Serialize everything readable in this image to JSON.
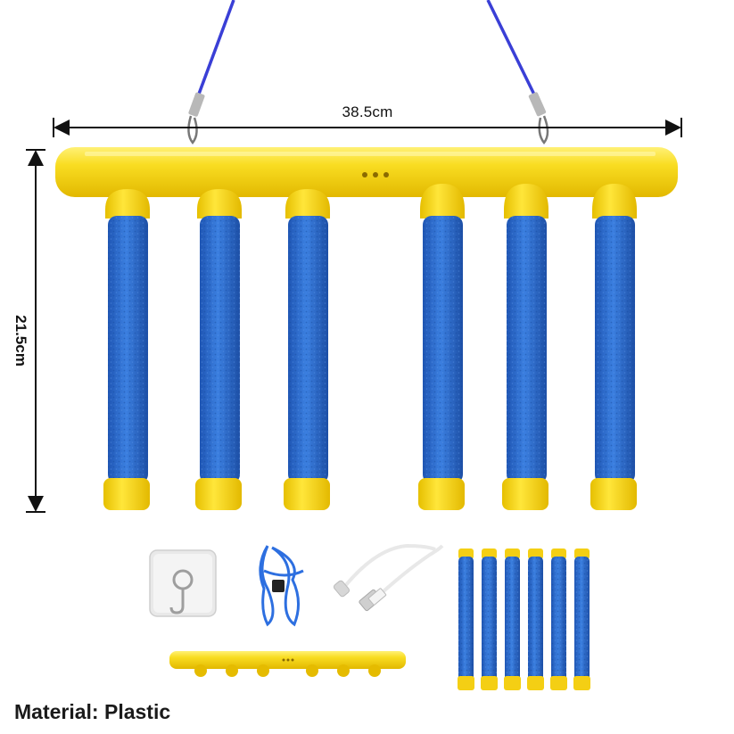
{
  "dimensions": {
    "width_label": "38.5cm",
    "height_label": "21.5cm"
  },
  "material": {
    "text": "Material: Plastic"
  },
  "colors": {
    "frame_yellow": "#f7d51b",
    "foam_blue": "#2f6fd0",
    "rope_blue": "#3a3fd6",
    "cable_white": "#f2f2f2"
  },
  "items": [
    "main-frame",
    "foam-sticks",
    "adhesive-hook",
    "lanyard",
    "usb-cable"
  ]
}
